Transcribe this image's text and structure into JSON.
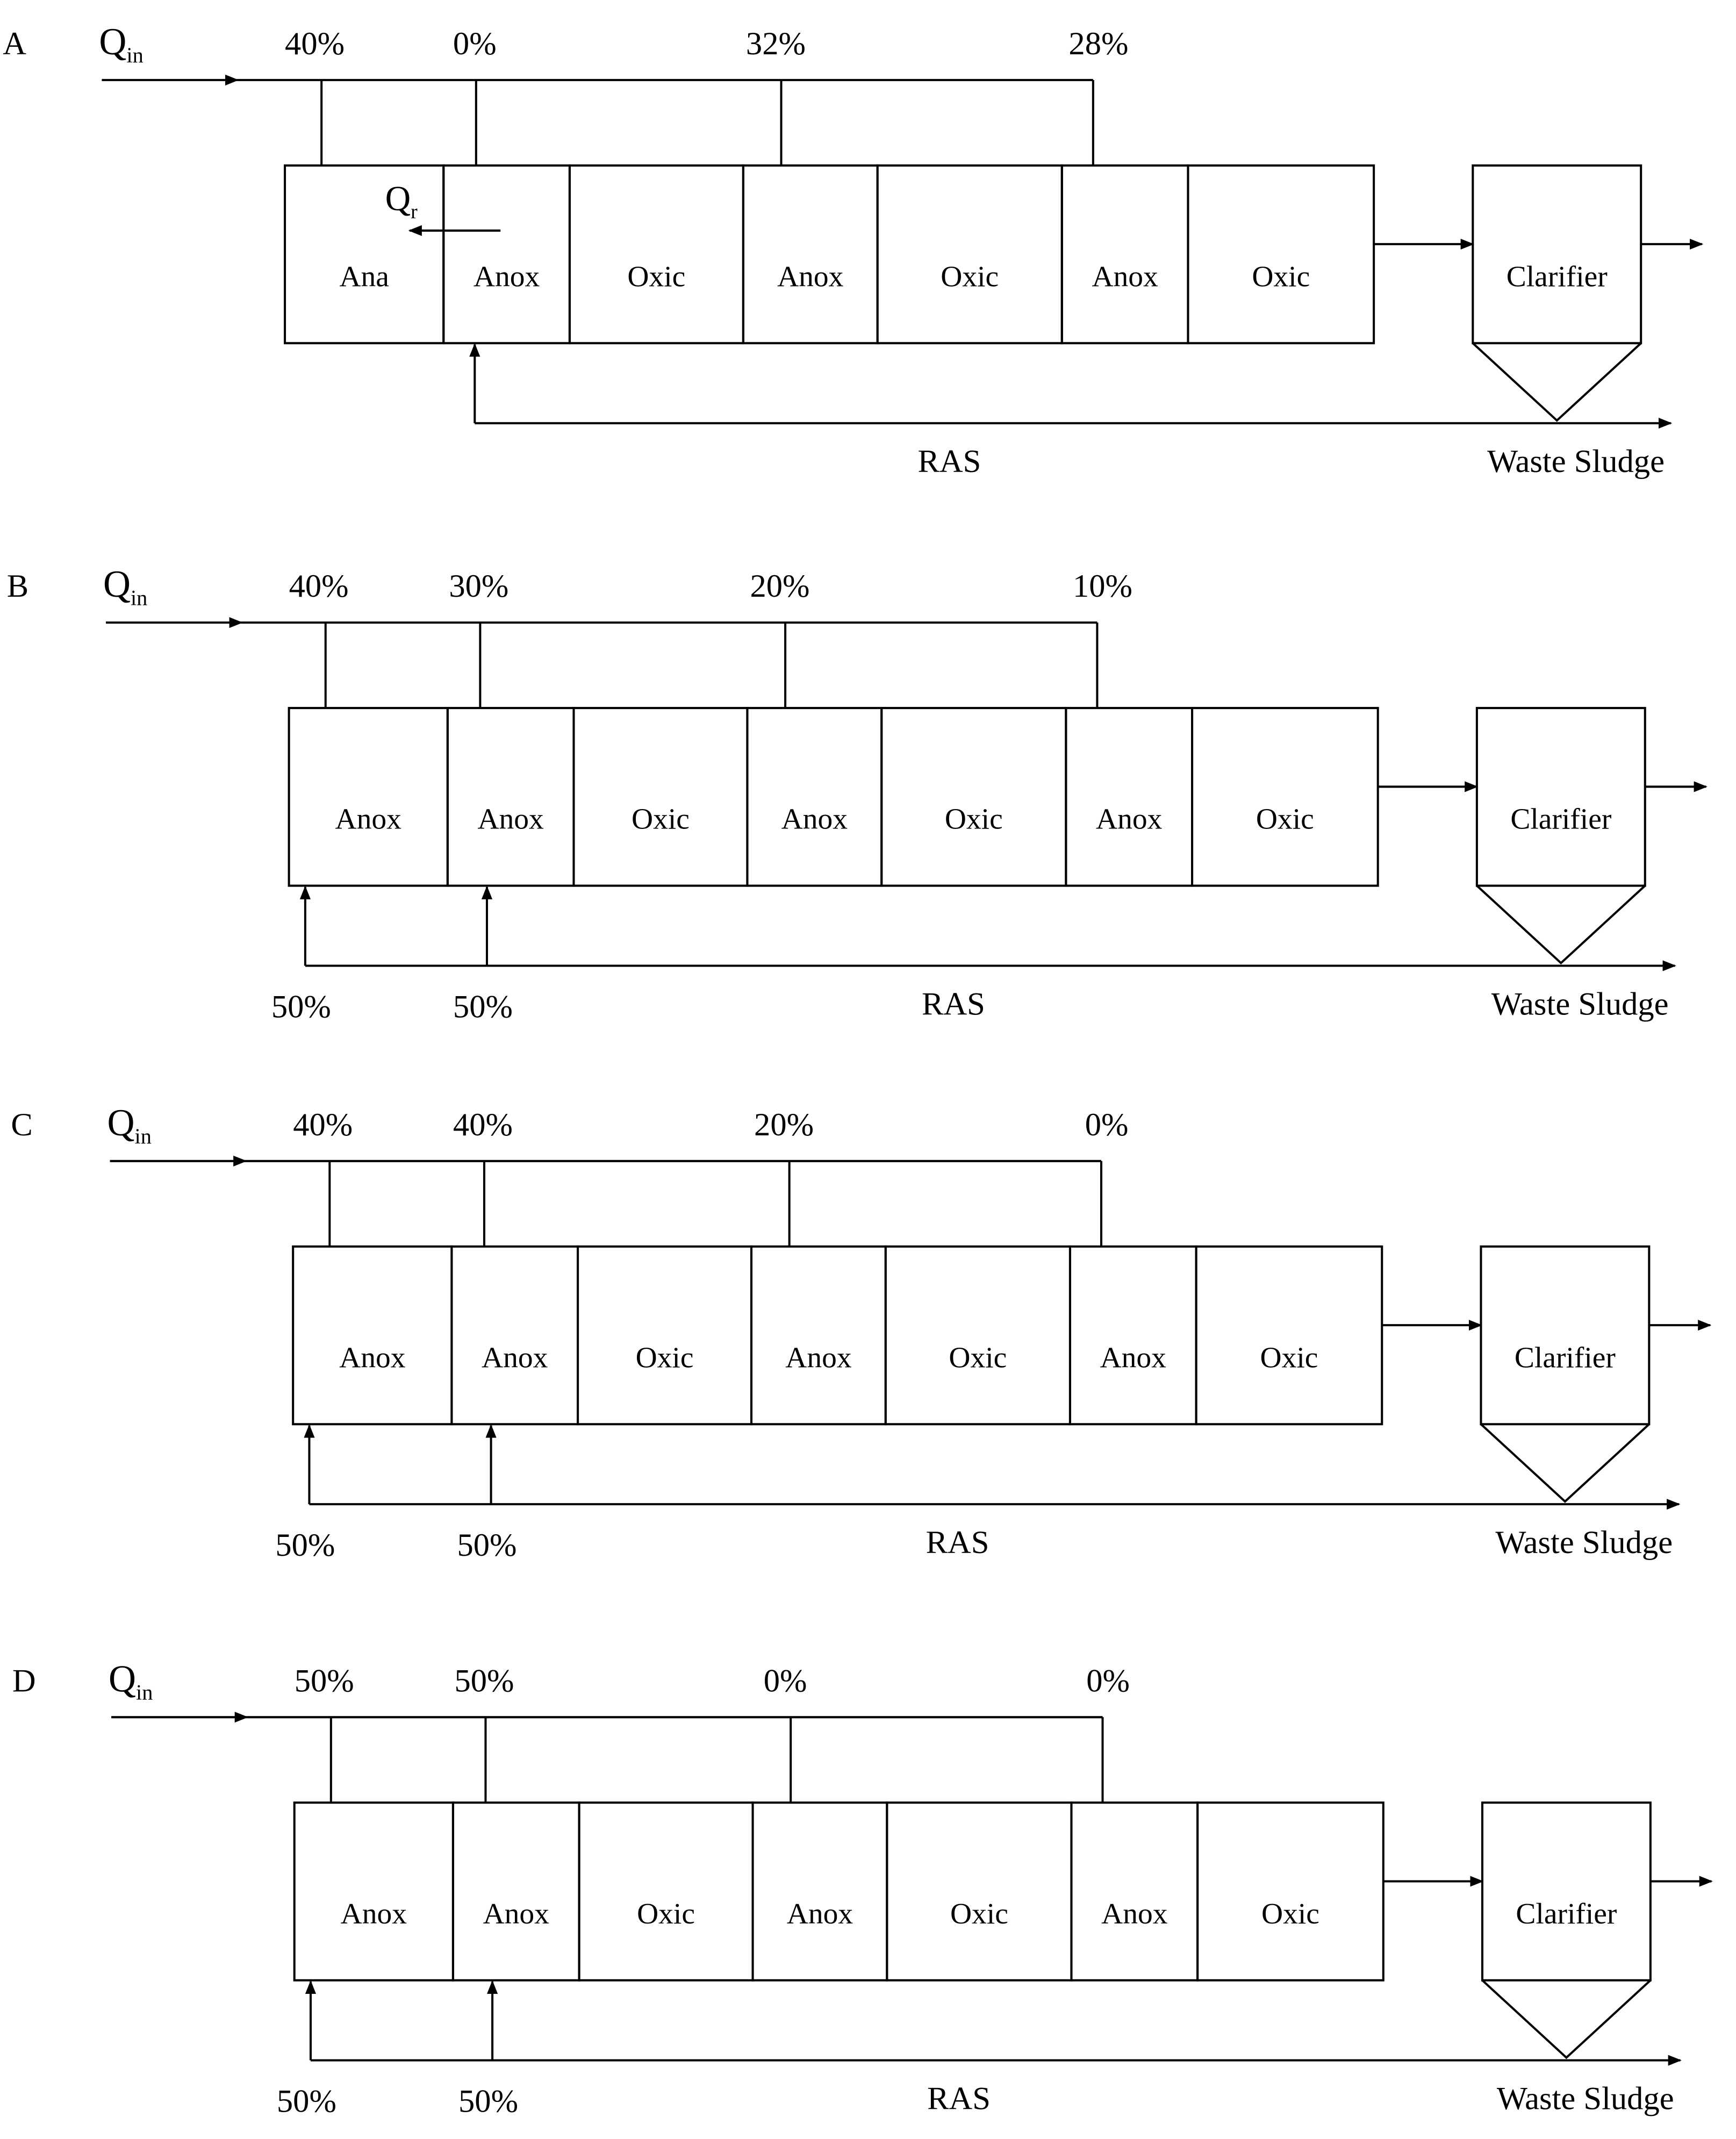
{
  "panels": [
    {
      "label": "A",
      "qin": {
        "main": "Q",
        "sub": "in"
      },
      "feed_splits": [
        "40%",
        "0%",
        "32%",
        "28%"
      ],
      "tanks": [
        "Ana",
        "Anox",
        "Oxic",
        "Anox",
        "Oxic",
        "Anox",
        "Oxic"
      ],
      "internal_recycle": {
        "main": "Q",
        "sub": "r"
      },
      "clarifier": "Clarifier",
      "ras": "RAS",
      "waste": "Waste Sludge",
      "ras_splits": []
    },
    {
      "label": "B",
      "qin": {
        "main": "Q",
        "sub": "in"
      },
      "feed_splits": [
        "40%",
        "30%",
        "20%",
        "10%"
      ],
      "tanks": [
        "Anox",
        "Anox",
        "Oxic",
        "Anox",
        "Oxic",
        "Anox",
        "Oxic"
      ],
      "clarifier": "Clarifier",
      "ras": "RAS",
      "waste": "Waste Sludge",
      "ras_splits": [
        "50%",
        "50%"
      ]
    },
    {
      "label": "C",
      "qin": {
        "main": "Q",
        "sub": "in"
      },
      "feed_splits": [
        "40%",
        "40%",
        "20%",
        "0%"
      ],
      "tanks": [
        "Anox",
        "Anox",
        "Oxic",
        "Anox",
        "Oxic",
        "Anox",
        "Oxic"
      ],
      "clarifier": "Clarifier",
      "ras": "RAS",
      "waste": "Waste Sludge",
      "ras_splits": [
        "50%",
        "50%"
      ]
    },
    {
      "label": "D",
      "qin": {
        "main": "Q",
        "sub": "in"
      },
      "feed_splits": [
        "50%",
        "50%",
        "0%",
        "0%"
      ],
      "tanks": [
        "Anox",
        "Anox",
        "Oxic",
        "Anox",
        "Oxic",
        "Anox",
        "Oxic"
      ],
      "clarifier": "Clarifier",
      "ras": "RAS",
      "waste": "Waste Sludge",
      "ras_splits": [
        "50%",
        "50%"
      ]
    }
  ]
}
